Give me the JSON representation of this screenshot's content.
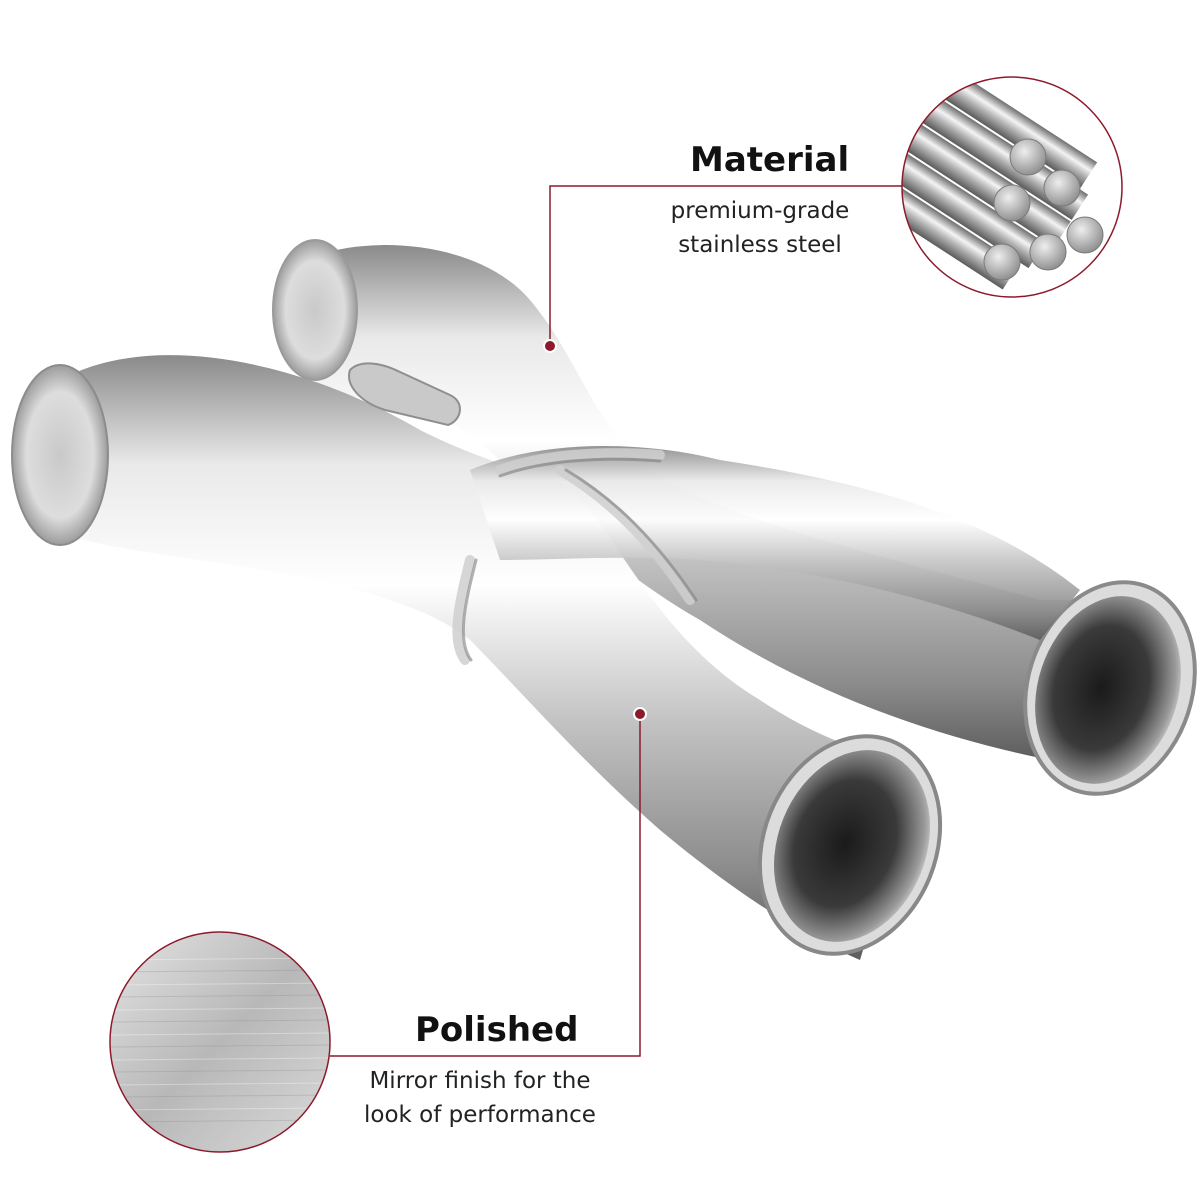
{
  "material": {
    "title": "Material",
    "lines": [
      "premium-grade",
      "stainless steel"
    ]
  },
  "polished": {
    "title": "Polished",
    "lines": [
      "Mirror finish for the",
      "look of performance"
    ]
  },
  "colors": {
    "accent": "#8c1a2c",
    "title_text": "#111111",
    "body_text": "#222222",
    "steel_light": "#f2f2f2",
    "steel_mid": "#bdbdbd",
    "steel_dark": "#6f6f6f"
  },
  "icons": {
    "material_inset": "steel-rods-icon",
    "polished_inset": "brushed-metal-icon"
  }
}
